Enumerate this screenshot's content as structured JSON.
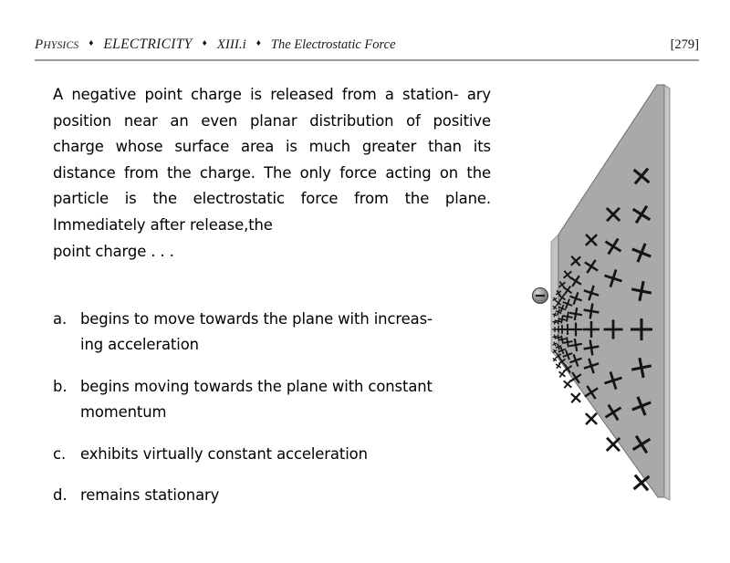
{
  "header": {
    "book": "Physics",
    "book_first": "P",
    "book_rest": "HYSICS",
    "unit": "ELECTRICITY",
    "code": "XIII.i",
    "topic": "The Electrostatic Force",
    "page_number": "[279]",
    "separator": "♦"
  },
  "question": {
    "stem_lines": [
      "A negative point charge is released from a station-",
      "ary position near an even planar distribution of",
      "positive charge whose surface area is much greater",
      "than its distance from the charge.  The only force",
      "acting on the particle is the electrostatic force",
      "from the plane.  Immediately after release,the",
      "point charge . . ."
    ],
    "stem_full": "A negative point charge is released from a stationary position near an even planar distribution of positive charge whose surface area is much greater than its distance from the charge. The only force acting on the particle is the electrostatic force from the plane. Immediately after release,the point charge . . ."
  },
  "choices": [
    {
      "letter": "a.",
      "lines": [
        "begins to move towards the plane with increas-",
        "ing acceleration"
      ],
      "text": "begins to move towards the plane with increasing acceleration"
    },
    {
      "letter": "b.",
      "lines": [
        "begins moving towards the plane with constant",
        "momentum"
      ],
      "text": "begins moving towards the plane with constant momentum"
    },
    {
      "letter": "c.",
      "lines": [
        "exhibits virtually constant acceleration"
      ],
      "text": "exhibits virtually constant acceleration"
    },
    {
      "letter": "d.",
      "lines": [
        "remains stationary"
      ],
      "text": "remains stationary"
    }
  ],
  "figure": {
    "title": "charged-plane-diagram",
    "plane_label": "positively charged plane",
    "charge_label": "negative point charge",
    "charge_symbol": "−",
    "plus_symbol": "+",
    "colors": {
      "plane_fill": "#a9a9a9",
      "plane_edge": "#bdbdbd",
      "plane_outline": "#6e6e6e",
      "plus_color": "#141414",
      "charge_fill": "#8e8e8e",
      "charge_outline": "#3a3a3a",
      "page_background": "#ffffff",
      "rule_color": "#9a9a9a"
    },
    "plus_rows": 13,
    "plus_columns": 9
  }
}
